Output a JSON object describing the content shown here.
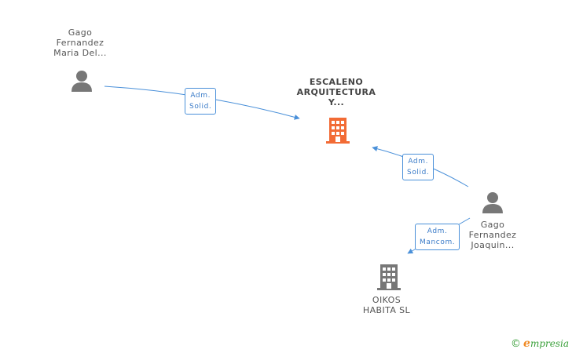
{
  "nodes": {
    "person_maria": {
      "lines": [
        "Gago",
        "Fernandez",
        "Maria Del..."
      ]
    },
    "company_escaleno": {
      "lines": [
        "ESCALENO",
        "ARQUITECTURA",
        "Y..."
      ],
      "color": "#f26b35"
    },
    "person_joaquin": {
      "lines": [
        "Gago",
        "Fernandez",
        "Joaquin..."
      ]
    },
    "company_oikos": {
      "lines": [
        "OIKOS",
        "HABITA SL"
      ],
      "color": "#777777"
    }
  },
  "edges": [
    {
      "id": "maria-escaleno",
      "from": "person_maria",
      "to": "company_escaleno",
      "label": [
        "Adm.",
        "Solid."
      ]
    },
    {
      "id": "joaquin-escaleno",
      "from": "person_joaquin",
      "to": "company_escaleno",
      "label": [
        "Adm.",
        "Solid."
      ]
    },
    {
      "id": "joaquin-oikos",
      "from": "person_joaquin",
      "to": "company_oikos",
      "label": [
        "Adm.",
        "Mancom."
      ]
    }
  ],
  "colors": {
    "edge": "#4a90d9",
    "person": "#777777"
  },
  "footer": {
    "copyright": "©",
    "brand_initial": "e",
    "brand_rest": "mpresia"
  }
}
